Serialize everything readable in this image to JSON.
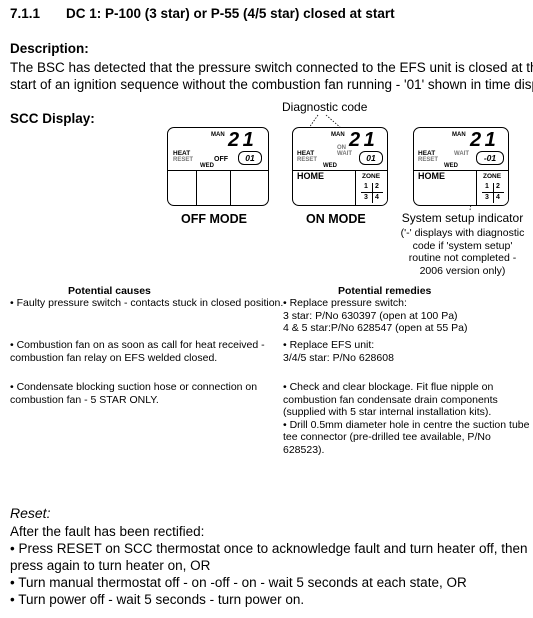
{
  "section": {
    "number": "7.1.1",
    "title": "DC 1: P-100 (3 star) or P-55 (4/5 star) closed at start"
  },
  "description": {
    "heading": "Description:",
    "line1": "The BSC has detected that the pressure switch connected to the EFS unit is closed at the",
    "line2": "start of an ignition sequence without the combustion fan running - '01' shown in time display."
  },
  "scc": {
    "heading": "SCC Display:",
    "diagnostic_label": "Diagnostic code",
    "displays": [
      {
        "man": "MAN",
        "digits": "2 1",
        "heat": "HEAT",
        "reset": "RESET",
        "wed": "WED",
        "off": "OFF",
        "code": "01",
        "mode": "OFF MODE"
      },
      {
        "man": "MAN",
        "on": "ON",
        "wait": "WAIT",
        "digits": "2 1",
        "heat": "HEAT",
        "reset": "RESET",
        "wed": "WED",
        "code": "01",
        "home": "HOME",
        "zone": "ZONE",
        "z": [
          "1",
          "2",
          "3",
          "4"
        ],
        "mode": "ON MODE"
      },
      {
        "man": "MAN",
        "wait": "WAIT",
        "digits": "2 1",
        "heat": "HEAT",
        "reset": "RESET",
        "wed": "WED",
        "code": "-01",
        "home": "HOME",
        "zone": "ZONE",
        "z": [
          "1",
          "2",
          "3",
          "4"
        ]
      }
    ],
    "system_setup": {
      "title": "System setup indicator",
      "lines": [
        "('-' displays with diagnostic",
        "code if 'system setup'",
        "routine not completed -",
        "2006 version only)"
      ]
    }
  },
  "table": {
    "causes_header": "Potential causes",
    "remedies_header": "Potential remedies",
    "causes": [
      [
        "• Faulty pressure switch - contacts stuck in closed position."
      ],
      [
        "• Combustion fan on as soon as call for heat received -",
        "combustion fan relay on EFS welded closed."
      ],
      [
        "• Condensate blocking suction hose or connection on",
        "combustion fan - 5 STAR ONLY."
      ]
    ],
    "remedies": [
      [
        "• Replace pressure switch:",
        "3 star: P/No 630397 (open at 100 Pa)",
        "4 & 5 star:P/No 628547 (open at 55 Pa)"
      ],
      [
        "• Replace EFS unit:",
        "3/4/5 star: P/No 628608"
      ],
      [
        "• Check and clear blockage. Fit flue nipple on",
        "combustion fan condensate drain components",
        "(supplied with 5 star internal installation kits).",
        "• Drill 0.5mm diameter hole in centre the suction tube",
        "tee connector (pre-drilled tee available, P/No 628523)."
      ]
    ]
  },
  "reset": {
    "heading": "Reset:",
    "lines": [
      "After the fault has been rectified:",
      "• Press RESET on SCC thermostat once to acknowledge fault and turn heater off, then",
      "press again to turn heater on, OR",
      "• Turn manual thermostat off - on -off - on - wait 5 seconds at each state, OR",
      "• Turn power off - wait 5 seconds - turn power on."
    ]
  }
}
